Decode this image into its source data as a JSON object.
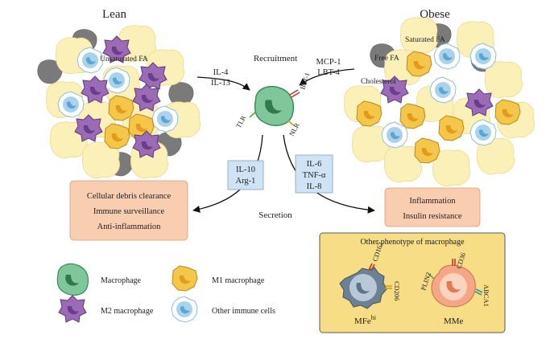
{
  "titles": {
    "lean": "Lean",
    "obese": "Obese"
  },
  "labels": {
    "unsaturated_fa": "Unsaturated FA",
    "saturated_fa": "Saturated FA",
    "free_fa": "Free FA",
    "cholesterol": "Cholesterol",
    "recruitment": "Recruitment",
    "secretion": "Secretion"
  },
  "signals": {
    "lean": [
      "IL-4",
      "IL-13"
    ],
    "obese": [
      "MCP-1",
      "LBT-4"
    ]
  },
  "receptors": {
    "blt1": "BLT-1",
    "tlr": "TLR",
    "nlr": "NLR"
  },
  "cytokines": {
    "lean": [
      "IL-10",
      "Arg-1"
    ],
    "obese": [
      "IL-6",
      "TNF-α",
      "IL-8"
    ]
  },
  "outcomes": {
    "lean": [
      "Cellular debris clearance",
      "Immune surveillance",
      "Anti-inflammation"
    ],
    "obese": [
      "Inflammation",
      "Insulin resistance"
    ]
  },
  "phenotype_panel": {
    "title": "Other phenotype of macrophage",
    "mfe": {
      "receptor1": "CD163",
      "receptor2": "CD206",
      "label": "MFe",
      "label_sup": "hi"
    },
    "mme": {
      "receptor1": "CD36",
      "receptor2": "PLIN2",
      "receptor3": "ABCA1",
      "label": "MMe"
    }
  },
  "legend": [
    {
      "label": "Macrophage",
      "icon": "macrophage-icon"
    },
    {
      "label": "M1 macrophage",
      "icon": "m1-macrophage-icon"
    },
    {
      "label": "M2 macrophage",
      "icon": "m2-macrophage-icon"
    },
    {
      "label": "Other immune cells",
      "icon": "other-immune-cell-icon"
    }
  ],
  "colors": {
    "adipocyte": "#FBF0B8",
    "macrophage": "#7FC79A",
    "m1": "#F4C64A",
    "m2": "#9B6BB5",
    "immune": "#A9D3EC",
    "box_outcome": "#F9CDB0",
    "box_cytokine": "#CFE3F4",
    "panel": "#F7DD86"
  }
}
